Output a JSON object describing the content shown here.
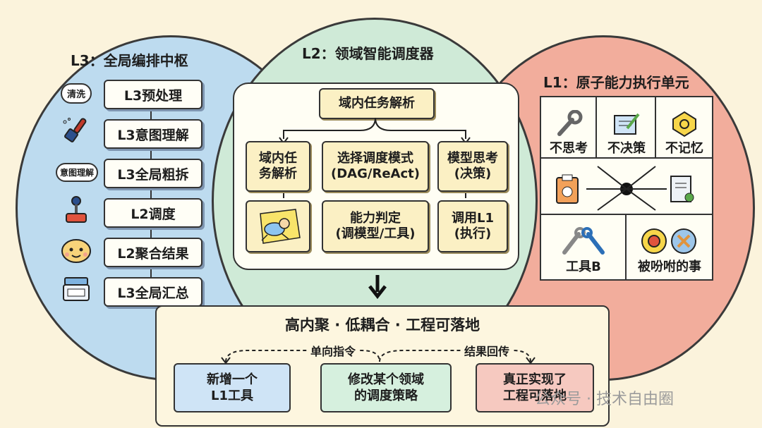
{
  "l3": {
    "title": "L3：全局编排中枢",
    "steps": [
      "L3预处理",
      "L3意图理解",
      "L3全局粗拆",
      "L2调度",
      "L2聚合结果",
      "L3全局汇总"
    ],
    "bubbles": {
      "clean": "清洗",
      "intent": "意图理解"
    }
  },
  "l2": {
    "title": "L2：领域智能调度器",
    "top": "域内任务解析",
    "left_top": "域内任\n务解析",
    "mid_top": "选择调度模式\n(DAG/ReAct)",
    "right_top": "模型思考\n(决策)",
    "mid_bottom": "能力判定\n(调模型/工具)",
    "right_bottom": "调用L1\n(执行)"
  },
  "l1": {
    "title": "L1：原子能力执行单元",
    "cells": {
      "c1": "不思考",
      "c2": "不决策",
      "c3": "不记忆",
      "c4": "工具B",
      "c5": "被吩咐的事"
    }
  },
  "bottom": {
    "title": "高内聚 · 低耦合 · 工程可落地",
    "arrow1": "单向指令",
    "arrow2": "结果回传",
    "box1": "新增一个\nL1工具",
    "box2": "修改某个领域\n的调度策略",
    "box3": "真正实现了\n工程可落地"
  },
  "watermark": "公众号 · 技术自由圈",
  "colors": {
    "l3_bg": "#bddbef",
    "l2_bg": "#cfead7",
    "l1_bg": "#f2ad9c",
    "box1": "#cfe4f6",
    "box2": "#d6f0de",
    "box3": "#f6c9c0"
  }
}
